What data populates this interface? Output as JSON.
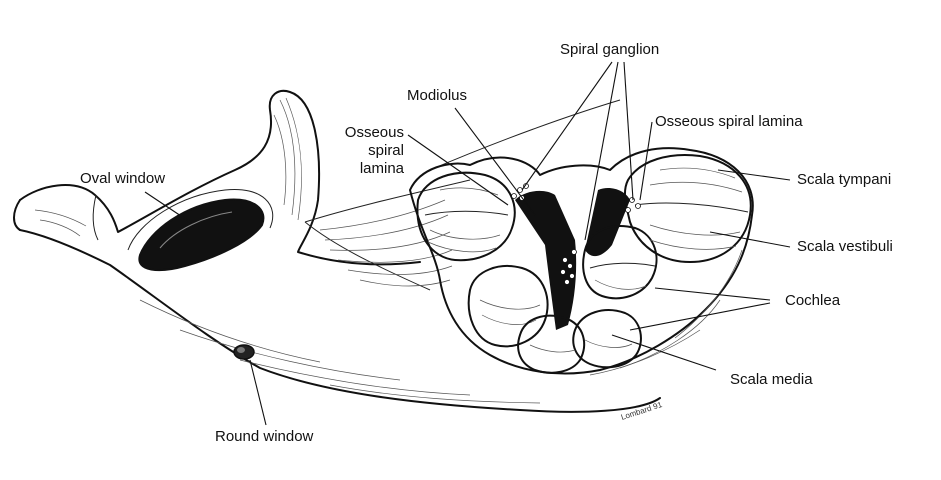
{
  "labels": {
    "spiral_ganglion": "Spiral ganglion",
    "modiolus": "Modiolus",
    "osseous_spiral_lamina_left": "Osseous\nspiral\nlamina",
    "osseous_spiral_lamina_right": "Osseous spiral lamina",
    "oval_window": "Oval window",
    "scala_tympani": "Scala tympani",
    "scala_vestibuli": "Scala vestibuli",
    "cochlea": "Cochlea",
    "scala_media": "Scala media",
    "round_window": "Round window"
  },
  "signature": "Lombard 91"
}
